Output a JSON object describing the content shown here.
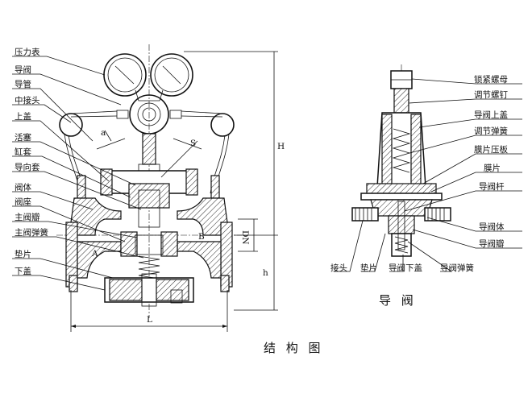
{
  "main_valve": {
    "labels": [
      "压力表",
      "导阀",
      "导管",
      "中接头",
      "上盖",
      "活塞",
      "缸套",
      "导向套",
      "阀体",
      "阀座",
      "主阀瓣",
      "主阀弹簧",
      "垫片",
      "下盖"
    ],
    "markers": {
      "a": "a",
      "s": "S",
      "b": "B",
      "a_port": "A"
    },
    "dimensions": {
      "dn": "DN",
      "h_upper": "H",
      "h_lower": "h",
      "length": "L"
    }
  },
  "pilot_valve": {
    "right_labels": [
      "锁紧螺母",
      "调节螺钉",
      "导阀上盖",
      "调节弹簧",
      "膜片压板",
      "膜片",
      "导阀杆",
      "导阀体",
      "导阀瓣"
    ],
    "bottom_labels": [
      "接头",
      "垫片",
      "导阀下盖",
      "导阀弹簧"
    ],
    "caption": "导 阀"
  },
  "figure_caption": "结 构 图"
}
